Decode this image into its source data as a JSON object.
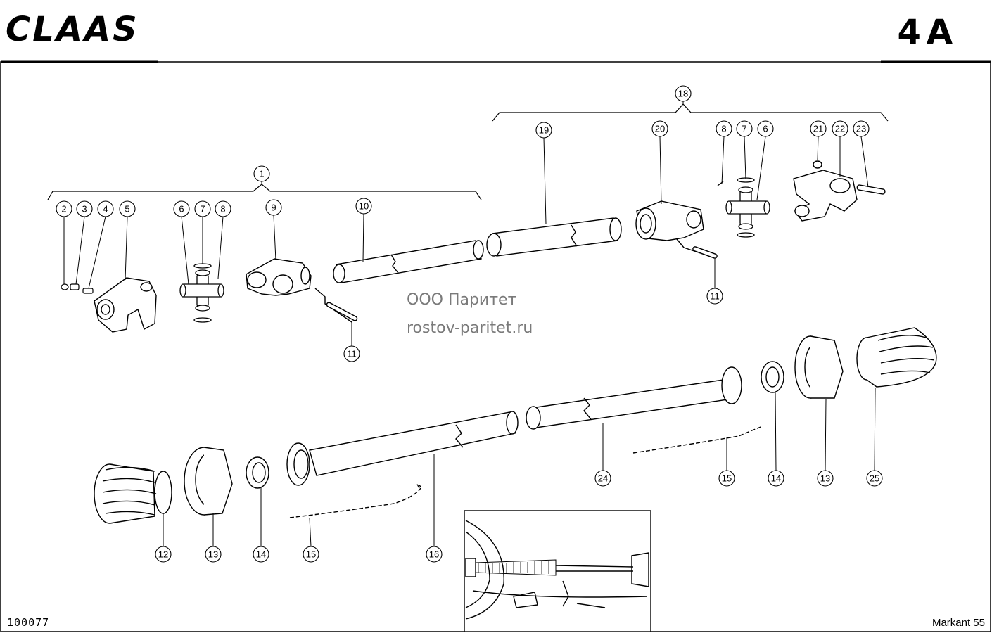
{
  "header": {
    "brand": "CLAAS",
    "page_code": "4A"
  },
  "watermark": {
    "line1": "ООО Паритет",
    "line2": "rostov-paritet.ru"
  },
  "footer": {
    "drawing_number": "100077",
    "model": "Markant 55"
  },
  "callouts": {
    "c1": "1",
    "c2": "2",
    "c3": "3",
    "c4": "4",
    "c5": "5",
    "c6a": "6",
    "c7a": "7",
    "c8a": "8",
    "c9": "9",
    "c10": "10",
    "c11a": "11",
    "c11b": "11",
    "c12": "12",
    "c13a": "13",
    "c13b": "13",
    "c14a": "14",
    "c14b": "14",
    "c15a": "15",
    "c15b": "15",
    "c16": "16",
    "c18": "18",
    "c19": "19",
    "c20": "20",
    "c8b": "8",
    "c7b": "7",
    "c6b": "6",
    "c21": "21",
    "c22": "22",
    "c23": "23",
    "c24": "24",
    "c25": "25"
  }
}
